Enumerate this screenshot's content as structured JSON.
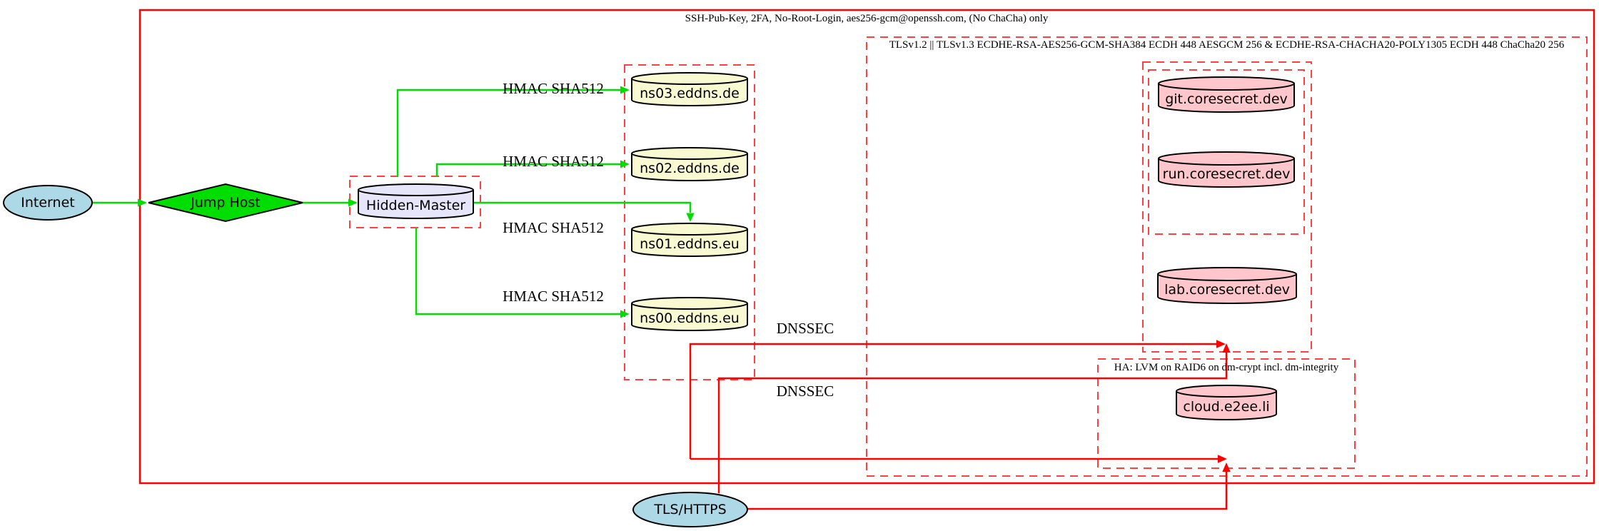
{
  "diagram": {
    "clusters": {
      "ssh": {
        "label": "SSH-Pub-Key, 2FA, No-Root-Login, aes256-gcm@openssh.com, (No ChaCha) only"
      },
      "tls": {
        "label": "TLSv1.2 || TLSv1.3 ECDHE-RSA-AES256-GCM-SHA384 ECDH 448 AESGCM 256 & ECDHE-RSA-CHACHA20-POLY1305 ECDH 448 ChaCha20 256"
      },
      "ha": {
        "label": "HA: LVM on RAID6 on dm-crypt incl. dm-integrity"
      }
    },
    "nodes": {
      "internet": {
        "label": "Internet",
        "shape": "ellipse",
        "fill": "#add8e6"
      },
      "jump_host": {
        "label": "Jump Host",
        "shape": "diamond",
        "fill": "#00dd00"
      },
      "hidden_master": {
        "label": "Hidden-Master",
        "shape": "cylinder",
        "fill": "#e6e6fa"
      },
      "ns03": {
        "label": "ns03.eddns.de",
        "shape": "cylinder",
        "fill": "#fafad2"
      },
      "ns02": {
        "label": "ns02.eddns.de",
        "shape": "cylinder",
        "fill": "#fafad2"
      },
      "ns01": {
        "label": "ns01.eddns.eu",
        "shape": "cylinder",
        "fill": "#fafad2"
      },
      "ns00": {
        "label": "ns00.eddns.eu",
        "shape": "cylinder",
        "fill": "#fafad2"
      },
      "git": {
        "label": "git.coresecret.dev",
        "shape": "cylinder",
        "fill": "#ffc6cb"
      },
      "run": {
        "label": "run.coresecret.dev",
        "shape": "cylinder",
        "fill": "#ffc6cb"
      },
      "lab": {
        "label": "lab.coresecret.dev",
        "shape": "cylinder",
        "fill": "#ffc6cb"
      },
      "cloud": {
        "label": "cloud.e2ee.li",
        "shape": "cylinder",
        "fill": "#ffc6cb"
      },
      "tls_https": {
        "label": "TLS/HTTPS",
        "shape": "ellipse",
        "fill": "#add8e6"
      }
    },
    "edges": {
      "hmac_labels": [
        "HMAC SHA512",
        "HMAC SHA512",
        "HMAC SHA512",
        "HMAC SHA512"
      ],
      "dnssec_labels": [
        "DNSSEC",
        "DNSSEC"
      ]
    },
    "colors": {
      "edge_green": "#00dd00",
      "edge_red": "#ff0000",
      "cluster_dashed_red": "#ff4040",
      "node_border": "#000000",
      "node_blue": "#add8e6",
      "node_green": "#00dd00",
      "node_lavender": "#e6e6fa",
      "node_yellow": "#fafad2",
      "node_pink": "#ffc6cb"
    }
  }
}
